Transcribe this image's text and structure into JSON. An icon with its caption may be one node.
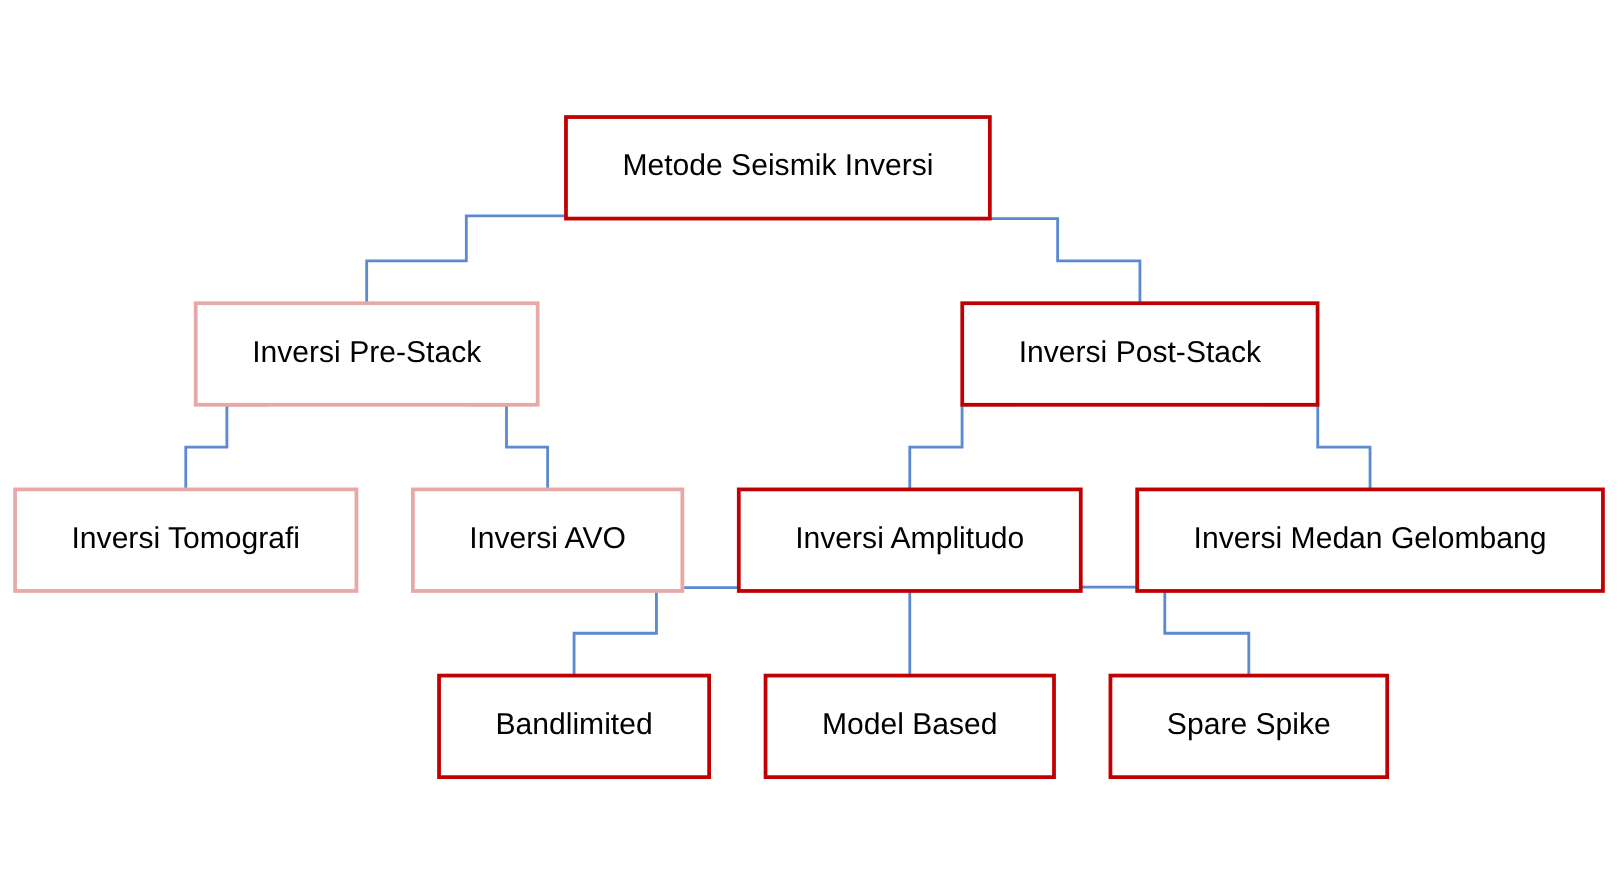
{
  "diagram": {
    "nodes": [
      {
        "text": [
          "Metode Seismik Inversi"
        ]
      },
      {
        "text": [
          "Inversi Pre-Stack"
        ]
      },
      {
        "text": [
          "Inversi Post-Stack"
        ]
      },
      {
        "text": [
          "Inversi Tomografi"
        ]
      },
      {
        "text": [
          "Inversi AVO"
        ]
      },
      {
        "text": [
          "Inversi Amplitudo"
        ]
      },
      {
        "text": [
          "Inversi Medan Gelombang"
        ]
      },
      {
        "text": [
          "Bandlimited"
        ]
      },
      {
        "text": [
          "Model Based"
        ]
      },
      {
        "text": [
          "Spare Spike"
        ]
      }
    ],
    "edges": [
      {
        "from": 0,
        "to": 1,
        "arrow": "none"
      },
      {
        "from": 0,
        "to": 2,
        "arrow": "none"
      },
      {
        "from": 1,
        "to": 3,
        "arrow": "none"
      },
      {
        "from": 1,
        "to": 4,
        "arrow": "none"
      },
      {
        "from": 2,
        "to": 5,
        "arrow": "none"
      },
      {
        "from": 2,
        "to": 6,
        "arrow": "none"
      },
      {
        "from": 5,
        "to": 7,
        "arrow": "none"
      },
      {
        "from": 5,
        "to": 8,
        "arrow": "none"
      },
      {
        "from": 5,
        "to": 9,
        "arrow": "none"
      }
    ]
  }
}
